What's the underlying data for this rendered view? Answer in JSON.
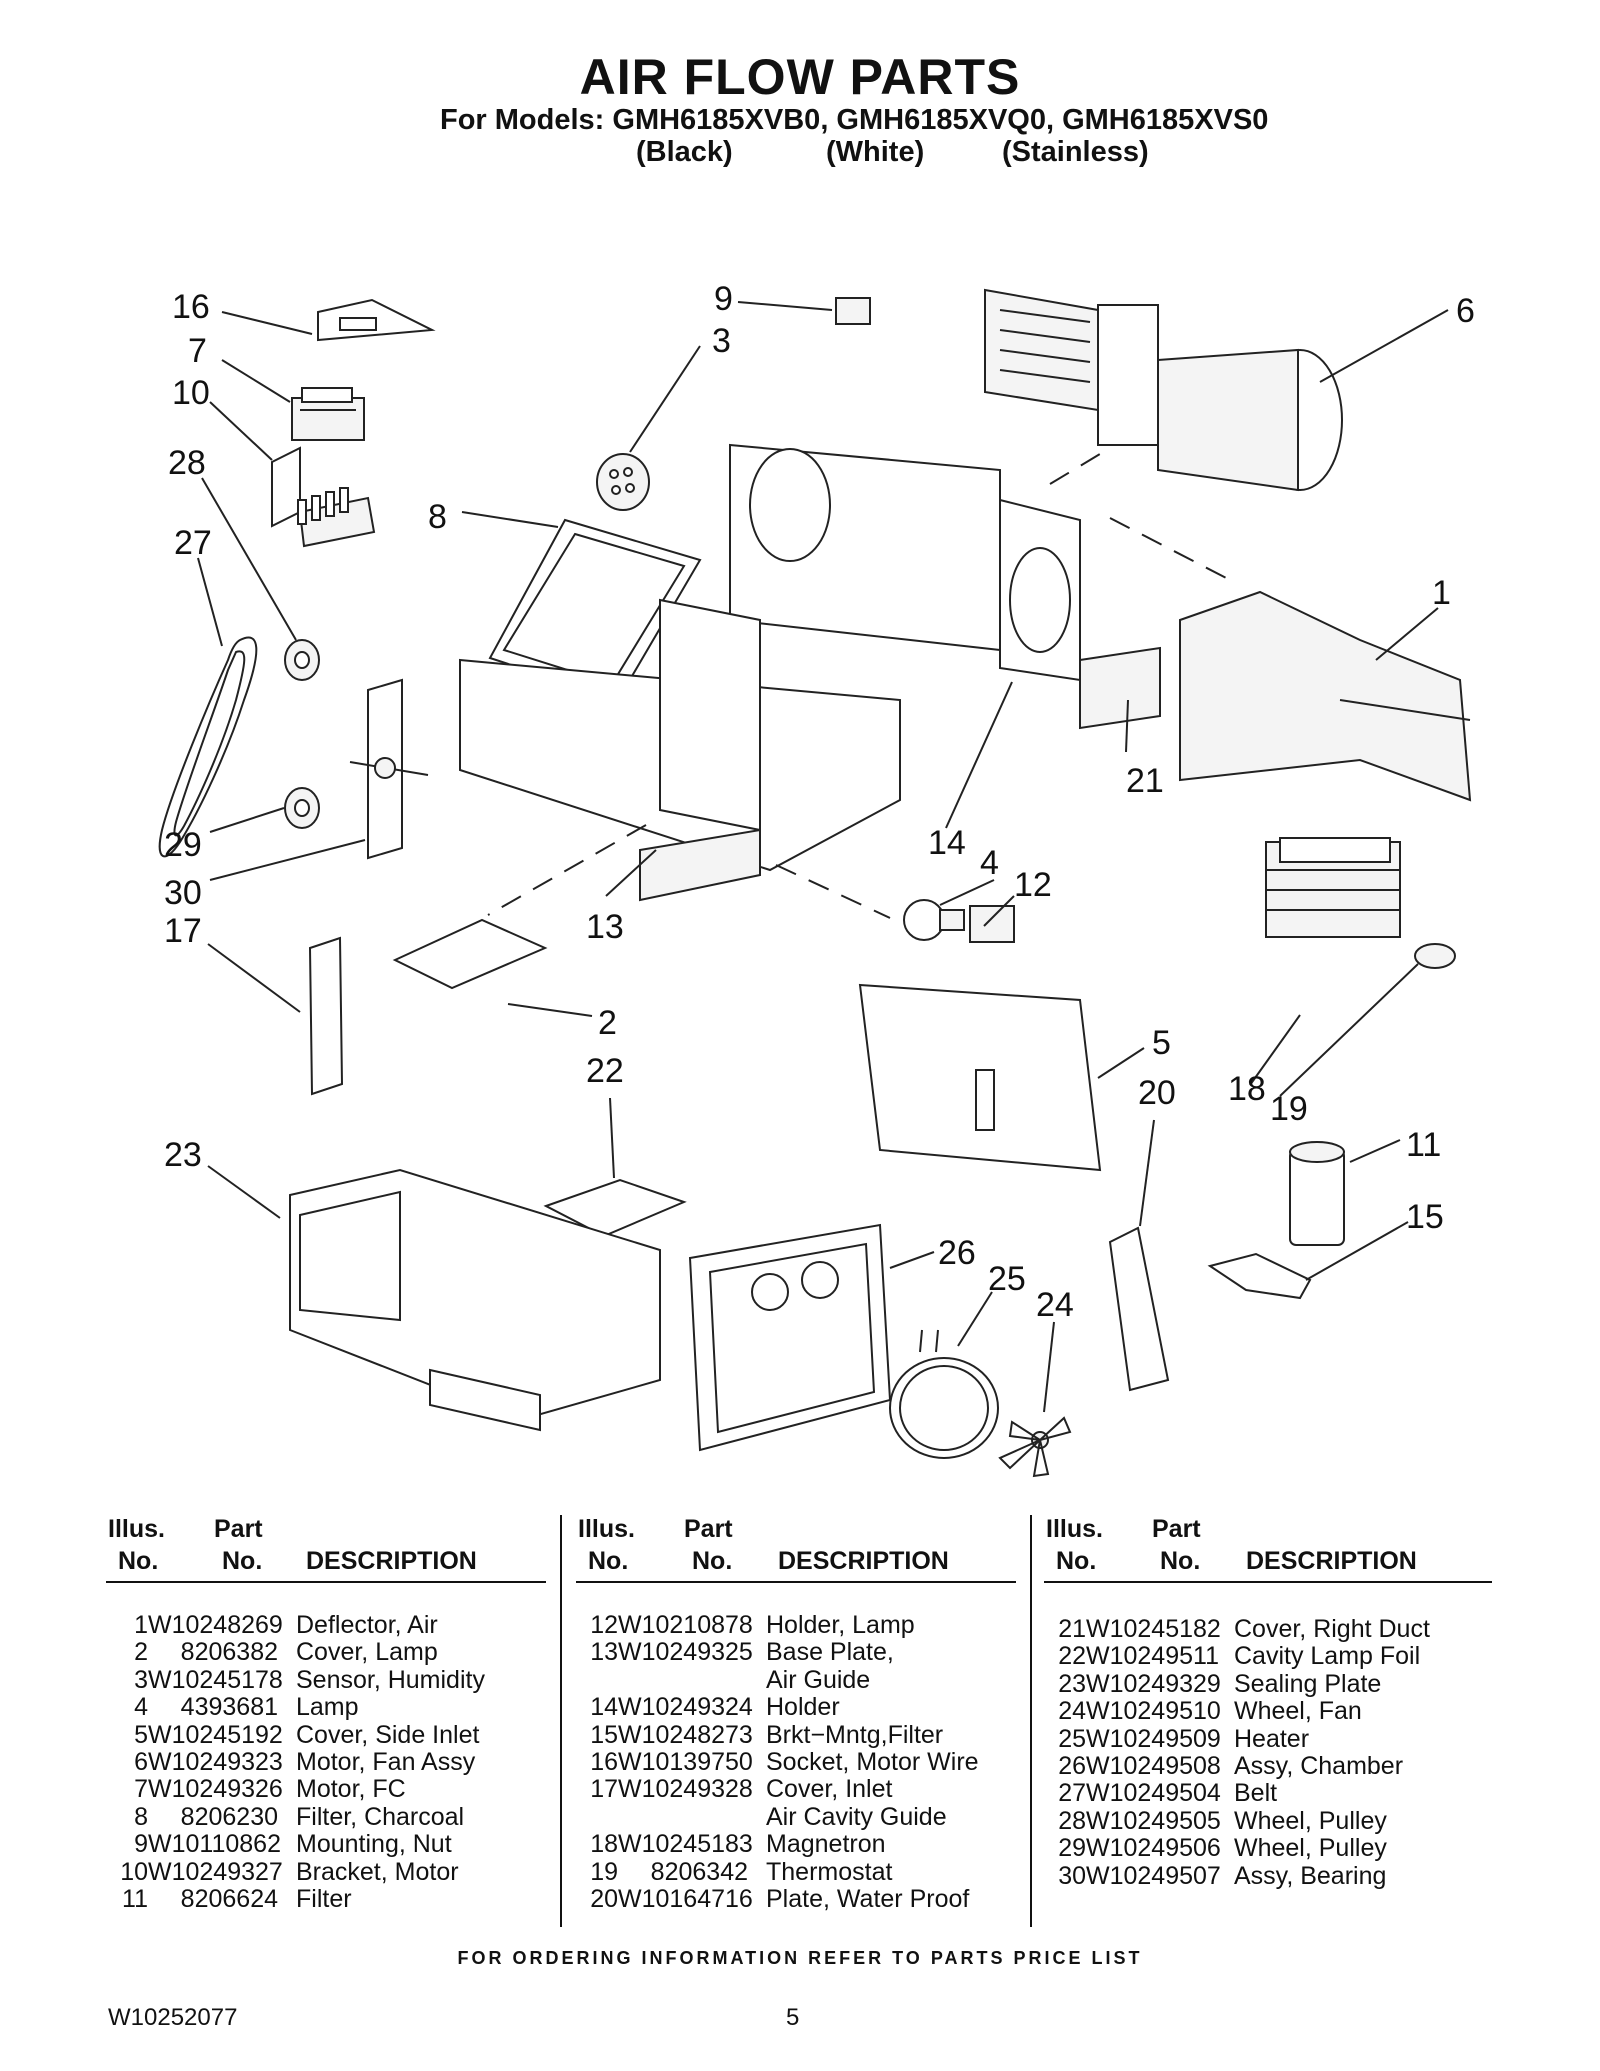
{
  "header": {
    "title": "AIR FLOW PARTS",
    "models_line": "For Models: GMH6185XVB0, GMH6185XVQ0, GMH6185XVS0",
    "finish_black": "(Black)",
    "finish_white": "(White)",
    "finish_stainless": "(Stainless)"
  },
  "callouts": [
    "16",
    "7",
    "10",
    "28",
    "27",
    "29",
    "30",
    "17",
    "9",
    "3",
    "8",
    "13",
    "6",
    "1",
    "21",
    "14",
    "4",
    "12",
    "2",
    "22",
    "5",
    "20",
    "18",
    "19",
    "11",
    "15",
    "23",
    "26",
    "25",
    "24"
  ],
  "table": {
    "h_illus": "Illus.",
    "h_part": "Part",
    "h_no": "No.",
    "h_no2": "No.",
    "h_desc": "DESCRIPTION",
    "col1": [
      {
        "no": "1",
        "part": "W10248269",
        "desc": "Deflector, Air"
      },
      {
        "no": "2",
        "part": "8206382",
        "desc": "Cover, Lamp"
      },
      {
        "no": "3",
        "part": "W10245178",
        "desc": "Sensor, Humidity"
      },
      {
        "no": "4",
        "part": "4393681",
        "desc": "Lamp"
      },
      {
        "no": "5",
        "part": "W10245192",
        "desc": "Cover, Side Inlet"
      },
      {
        "no": "6",
        "part": "W10249323",
        "desc": "Motor, Fan Assy"
      },
      {
        "no": "7",
        "part": "W10249326",
        "desc": "Motor, FC"
      },
      {
        "no": "8",
        "part": "8206230",
        "desc": "Filter, Charcoal"
      },
      {
        "no": "9",
        "part": "W10110862",
        "desc": "Mounting, Nut"
      },
      {
        "no": "10",
        "part": "W10249327",
        "desc": "Bracket, Motor"
      },
      {
        "no": "11",
        "part": "8206624",
        "desc": "Filter"
      }
    ],
    "col2": [
      {
        "no": "12",
        "part": "W10210878",
        "desc": "Holder, Lamp"
      },
      {
        "no": "13",
        "part": "W10249325",
        "desc": "Base Plate,"
      },
      {
        "no": "",
        "part": "",
        "desc": "Air Guide"
      },
      {
        "no": "14",
        "part": "W10249324",
        "desc": "Holder"
      },
      {
        "no": "15",
        "part": "W10248273",
        "desc": "Brkt−Mntg,Filter"
      },
      {
        "no": "16",
        "part": "W10139750",
        "desc": "Socket, Motor Wire"
      },
      {
        "no": "17",
        "part": "W10249328",
        "desc": "Cover, Inlet"
      },
      {
        "no": "",
        "part": "",
        "desc": "Air Cavity Guide"
      },
      {
        "no": "18",
        "part": "W10245183",
        "desc": "Magnetron"
      },
      {
        "no": "19",
        "part": "8206342",
        "desc": "Thermostat"
      },
      {
        "no": "20",
        "part": "W10164716",
        "desc": "Plate, Water Proof"
      }
    ],
    "col3": [
      {
        "no": "21",
        "part": "W10245182",
        "desc": "Cover, Right Duct"
      },
      {
        "no": "22",
        "part": "W10249511",
        "desc": "Cavity Lamp Foil"
      },
      {
        "no": "23",
        "part": "W10249329",
        "desc": "Sealing Plate"
      },
      {
        "no": "24",
        "part": "W10249510",
        "desc": "Wheel, Fan"
      },
      {
        "no": "25",
        "part": "W10249509",
        "desc": "Heater"
      },
      {
        "no": "26",
        "part": "W10249508",
        "desc": "Assy, Chamber"
      },
      {
        "no": "27",
        "part": "W10249504",
        "desc": "Belt"
      },
      {
        "no": "28",
        "part": "W10249505",
        "desc": "Wheel, Pulley"
      },
      {
        "no": "29",
        "part": "W10249506",
        "desc": "Wheel, Pulley"
      },
      {
        "no": "30",
        "part": "W10249507",
        "desc": "Assy, Bearing"
      }
    ]
  },
  "footer": {
    "ordering_note": "FOR ORDERING INFORMATION REFER TO PARTS PRICE LIST",
    "doc_number": "W10252077",
    "page_number": "5"
  }
}
